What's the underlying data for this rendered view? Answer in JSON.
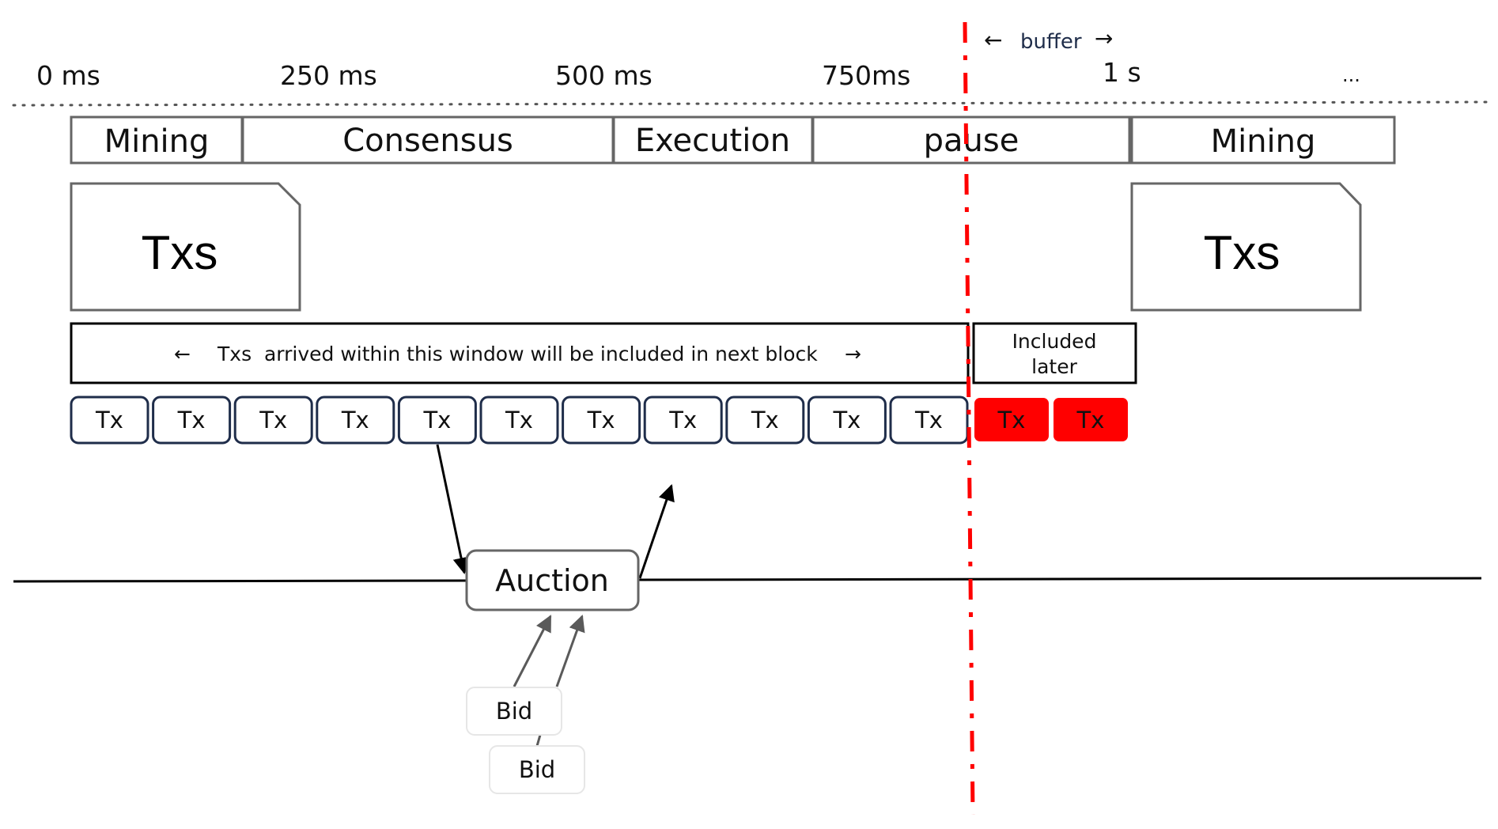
{
  "diagram": {
    "timeline": {
      "ticks": [
        "0 ms",
        "250 ms",
        "500 ms",
        "750ms",
        "1 s",
        "..."
      ],
      "buffer": {
        "left_arrow": "←",
        "label": "buffer",
        "right_arrow": "→"
      }
    },
    "phases": [
      {
        "label": "Mining"
      },
      {
        "label": "Consensus"
      },
      {
        "label": "Execution"
      },
      {
        "label": "pause"
      },
      {
        "label": "Mining"
      }
    ],
    "blocks": [
      {
        "label": "Txs"
      },
      {
        "label": "Txs"
      }
    ],
    "window": {
      "left_arrow": "←",
      "text": "Txs  arrived within this window will be included in next block",
      "right_arrow": "→"
    },
    "included_later": {
      "line1": "Included",
      "line2": "later"
    },
    "transactions": {
      "label": "Tx",
      "in_window_count": 11,
      "late_count": 2,
      "in_window_color": "#1f2d4a",
      "late_color": "#ff0000"
    },
    "auction": {
      "label": "Auction"
    },
    "bids": [
      {
        "label": "Bid"
      },
      {
        "label": "Bid"
      }
    ],
    "colors": {
      "cutoff_line": "#ff0000",
      "box_border": "#666666",
      "tx_border": "#1f2d4a",
      "bid_border": "#e6e6e6",
      "buffer_text": "#1f2d4a"
    }
  }
}
